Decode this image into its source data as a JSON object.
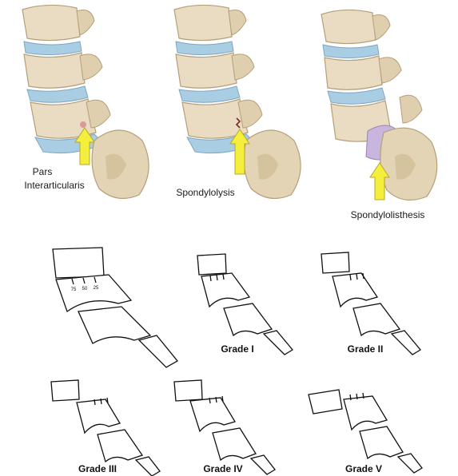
{
  "top_panel": {
    "panels": [
      {
        "label_line1": "Pars",
        "label_line2": "Interarticularis"
      },
      {
        "label_line1": "Spondylolysis",
        "label_line2": ""
      },
      {
        "label_line1": "Spondylolisthesis",
        "label_line2": ""
      }
    ]
  },
  "bottom_panel": {
    "reference": {
      "marks": [
        "75",
        "50",
        "25"
      ]
    },
    "grades": [
      {
        "label": "Grade I"
      },
      {
        "label": "Grade II"
      },
      {
        "label": "Grade III"
      },
      {
        "label": "Grade IV"
      },
      {
        "label": "Grade V"
      }
    ]
  },
  "colors": {
    "bone": "#e9dcc3",
    "bone_shadow": "#c9b48f",
    "disc": "#a9cde3",
    "arrow": "#f3ef3c",
    "slip": "#c9b6de"
  }
}
